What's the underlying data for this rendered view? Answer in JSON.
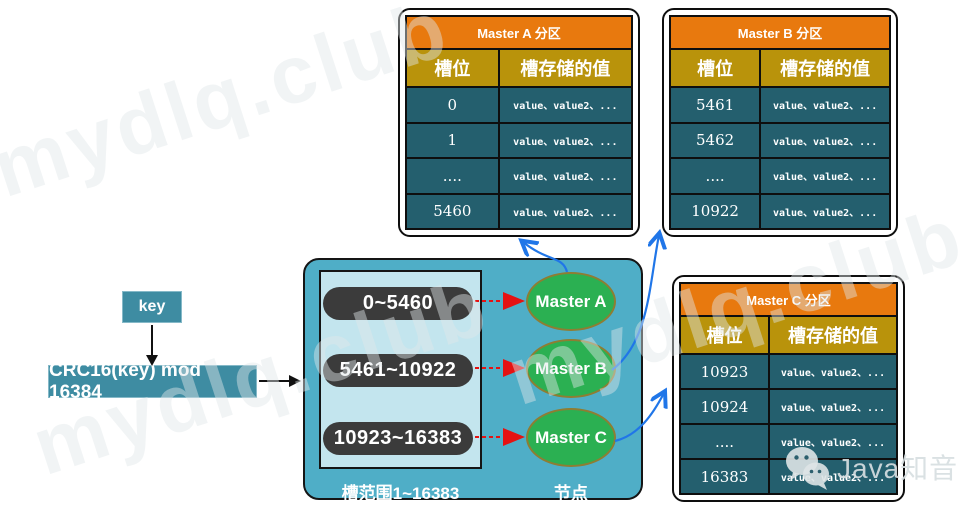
{
  "watermark": {
    "text": "mydlq.club"
  },
  "brand": {
    "name": "Java知音"
  },
  "tables": [
    {
      "title": "Master A 分区",
      "col_slot": "槽位",
      "col_value": "槽存储的值",
      "rows": [
        {
          "slot": "0",
          "value": "value、value2、..."
        },
        {
          "slot": "1",
          "value": "value、value2、..."
        },
        {
          "slot": "....",
          "value": "value、value2、..."
        },
        {
          "slot": "5460",
          "value": "value、value2、..."
        }
      ]
    },
    {
      "title": "Master B 分区",
      "col_slot": "槽位",
      "col_value": "槽存储的值",
      "rows": [
        {
          "slot": "5461",
          "value": "value、value2、..."
        },
        {
          "slot": "5462",
          "value": "value、value2、..."
        },
        {
          "slot": "....",
          "value": "value、value2、..."
        },
        {
          "slot": "10922",
          "value": "value、value2、..."
        }
      ]
    },
    {
      "title": "Master C 分区",
      "col_slot": "槽位",
      "col_value": "槽存储的值",
      "rows": [
        {
          "slot": "10923",
          "value": "value、value2、..."
        },
        {
          "slot": "10924",
          "value": "value、value2、..."
        },
        {
          "slot": "....",
          "value": "value、value2、..."
        },
        {
          "slot": "16383",
          "value": "value、value2、..."
        }
      ]
    }
  ],
  "flow": {
    "key_label": "key",
    "formula_label": "CRC16(key) mod 16384"
  },
  "cluster": {
    "slot_ranges": [
      "0~5460",
      "5461~10922",
      "10923~16383"
    ],
    "nodes": [
      "Master A",
      "Master B",
      "Master C"
    ],
    "range_caption": "槽范围1~16383",
    "node_caption": "节点"
  },
  "colors": {
    "table_header_orange": "#E8790E",
    "table_subheader_gold": "#B9930B",
    "table_cell_teal": "#245F6E",
    "cluster_teal": "#4FAEC7",
    "inner_panel_light": "#C3E5EE",
    "pill_dark": "#3B3B3B",
    "node_green": "#2BB052",
    "flowbox_teal": "#3E8CA2",
    "arrow_red": "#E51212",
    "arrow_blue": "#2076E8"
  }
}
